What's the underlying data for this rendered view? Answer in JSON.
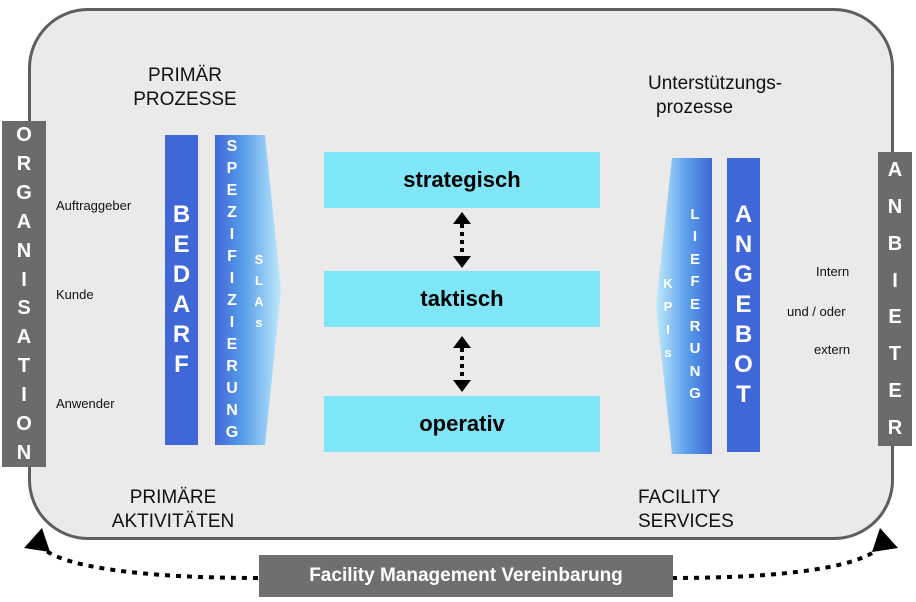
{
  "left_bar": {
    "letters": [
      "O",
      "R",
      "G",
      "A",
      "N",
      "I",
      "S",
      "A",
      "T",
      "I",
      "O",
      "N"
    ]
  },
  "right_bar": {
    "letters": [
      "A",
      "N",
      "B",
      "I",
      "E",
      "T",
      "E",
      "R"
    ]
  },
  "top_left_heading": [
    "PRIMÄR",
    "PROZESSE"
  ],
  "top_right_heading": [
    "Unterstützungs-",
    "prozesse"
  ],
  "bottom_left_heading": [
    "PRIMÄRE",
    "AKTIVITÄTEN"
  ],
  "bottom_right_heading": [
    "FACILITY",
    "SERVICES"
  ],
  "left_labels": [
    "Auftraggeber",
    "Kunde",
    "Anwender"
  ],
  "right_labels": [
    "Intern",
    "und / oder",
    "extern"
  ],
  "bedarf": {
    "letters": [
      "B",
      "E",
      "D",
      "A",
      "R",
      "F"
    ]
  },
  "spezifizierung": {
    "letters": [
      "S",
      "P",
      "E",
      "Z",
      "I",
      "F",
      "I",
      "Z",
      "I",
      "E",
      "R",
      "U",
      "N",
      "G"
    ]
  },
  "slas": {
    "letters": [
      "S",
      "L",
      "A",
      "s"
    ]
  },
  "angebot": {
    "letters": [
      "A",
      "N",
      "G",
      "E",
      "B",
      "O",
      "T"
    ]
  },
  "lieferung": {
    "letters": [
      "L",
      "I",
      "E",
      "F",
      "E",
      "R",
      "U",
      "N",
      "G"
    ]
  },
  "kpis": {
    "letters": [
      "K",
      "P",
      "I",
      "s"
    ]
  },
  "levels": [
    "strategisch",
    "taktisch",
    "operativ"
  ],
  "footer": {
    "label": "Facility Management Vereinbarung"
  },
  "colors": {
    "dark_blue": "#3f67d8",
    "light_cyan": "#7fe6f8",
    "gray_bar": "#6b6b6b",
    "panel": "#eaeaea"
  }
}
